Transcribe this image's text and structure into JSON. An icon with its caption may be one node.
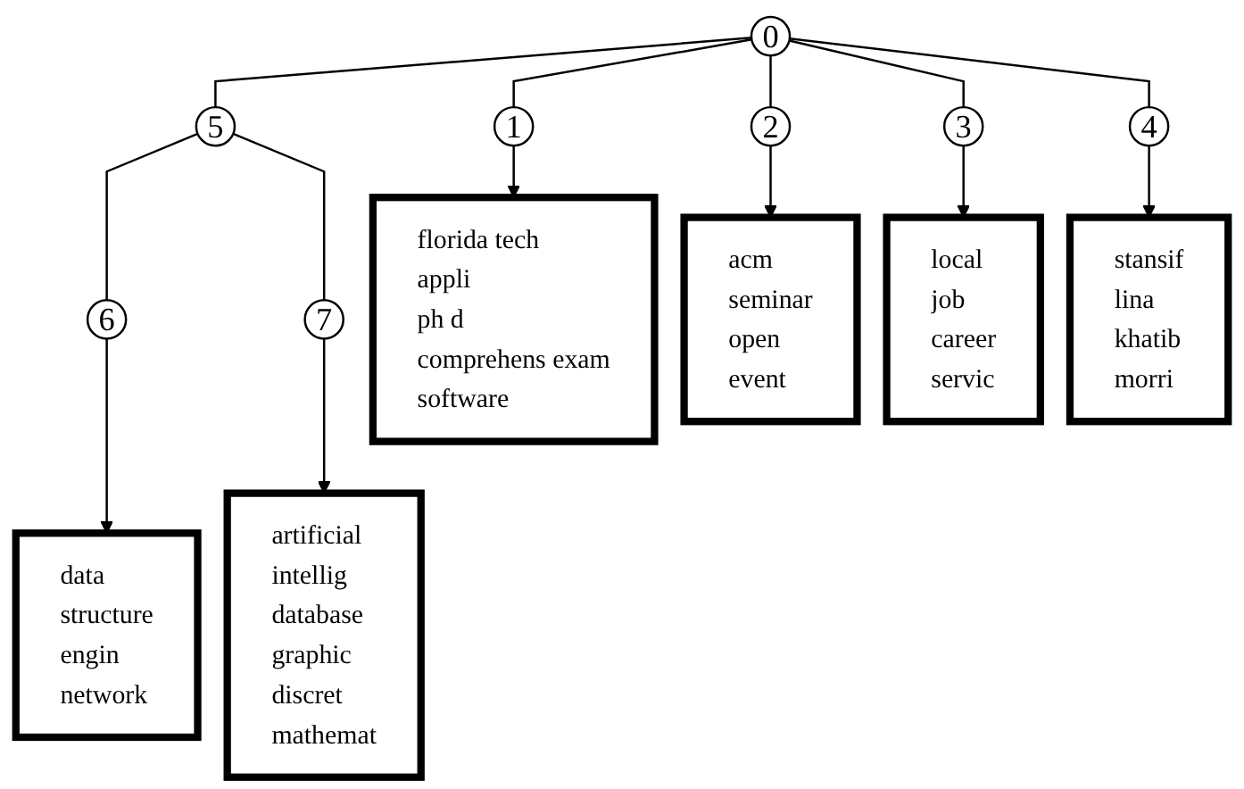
{
  "diagram": {
    "nodes": [
      {
        "text": [
          "0"
        ]
      },
      {
        "text": [
          "1"
        ]
      },
      {
        "text": [
          "2"
        ]
      },
      {
        "text": [
          "3"
        ]
      },
      {
        "text": [
          "4"
        ]
      },
      {
        "text": [
          "5"
        ]
      },
      {
        "text": [
          "6"
        ]
      },
      {
        "text": [
          "7"
        ]
      },
      {
        "text": [
          "florida tech",
          "appli",
          "ph d",
          "comprehens exam",
          "software"
        ]
      },
      {
        "text": [
          "acm",
          "seminar",
          "open",
          "event"
        ]
      },
      {
        "text": [
          "local",
          "job",
          "career",
          "servic"
        ]
      },
      {
        "text": [
          "stansif",
          "lina",
          "khatib",
          "morri"
        ]
      },
      {
        "text": [
          "data",
          "structure",
          "engin",
          "network"
        ]
      },
      {
        "text": [
          "artificial",
          "intellig",
          "database",
          "graphic",
          "discret",
          "mathemat"
        ]
      }
    ],
    "edges": [
      {
        "from": 0,
        "to": 1,
        "arrow": "none"
      },
      {
        "from": 0,
        "to": 2,
        "arrow": "none"
      },
      {
        "from": 0,
        "to": 3,
        "arrow": "none"
      },
      {
        "from": 0,
        "to": 4,
        "arrow": "none"
      },
      {
        "from": 0,
        "to": 5,
        "arrow": "none"
      },
      {
        "from": 1,
        "to": 8,
        "arrow": "to"
      },
      {
        "from": 2,
        "to": 9,
        "arrow": "to"
      },
      {
        "from": 3,
        "to": 10,
        "arrow": "to"
      },
      {
        "from": 4,
        "to": 11,
        "arrow": "to"
      },
      {
        "from": 5,
        "to": 6,
        "arrow": "none"
      },
      {
        "from": 5,
        "to": 7,
        "arrow": "none"
      },
      {
        "from": 6,
        "to": 12,
        "arrow": "to"
      },
      {
        "from": 7,
        "to": 13,
        "arrow": "to"
      }
    ]
  }
}
